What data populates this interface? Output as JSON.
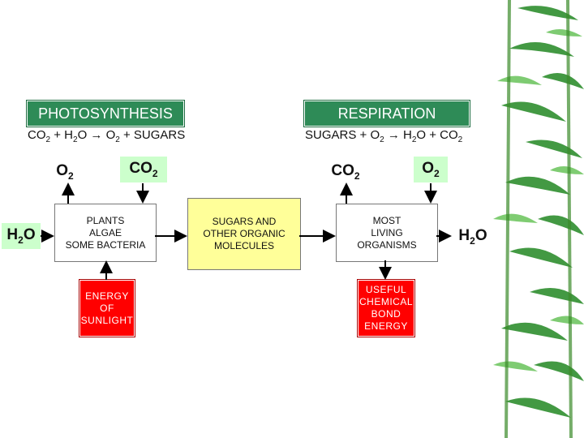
{
  "photosynthesis": {
    "header": "PHOTOSYNTHESIS",
    "equation": {
      "co": "CO",
      "co_sub": "2",
      "plus1": " + H",
      "h_sub": "2",
      "o": "O → O",
      "o_sub": "2",
      "rest": " + SUGARS"
    }
  },
  "respiration": {
    "header": "RESPIRATION",
    "equation": {
      "start": "SUGARS + O",
      "o_sub": "2",
      "arrow": " → H",
      "h_sub": "2",
      "mid": "O + CO",
      "co_sub": "2"
    }
  },
  "gases": {
    "o2_left": {
      "base": "O",
      "sub": "2"
    },
    "co2_left": {
      "base": "CO",
      "sub": "2"
    },
    "co2_right": {
      "base": "CO",
      "sub": "2"
    },
    "o2_right": {
      "base": "O",
      "sub": "2"
    },
    "h2o_left": {
      "base": "H",
      "sub": "2",
      "end": "O"
    },
    "h2o_right": {
      "base": "H",
      "sub": "2",
      "end": "O"
    }
  },
  "boxes": {
    "plants": [
      "PLANTS",
      "ALGAE",
      "SOME BACTERIA"
    ],
    "sugars": [
      "SUGARS AND",
      "OTHER ORGANIC",
      "MOLECULES"
    ],
    "organisms": [
      "MOST",
      "LIVING",
      "ORGANISMS"
    ],
    "sunlight": [
      "ENERGY",
      "OF",
      "SUNLIGHT"
    ],
    "chemical": [
      "USEFUL",
      "CHEMICAL",
      "BOND",
      "ENERGY"
    ]
  },
  "colors": {
    "header_bg": "#2e8b57",
    "gas_bg": "#ccffcc",
    "sugar_bg": "#ffff99",
    "energy_bg": "#ff0000"
  }
}
